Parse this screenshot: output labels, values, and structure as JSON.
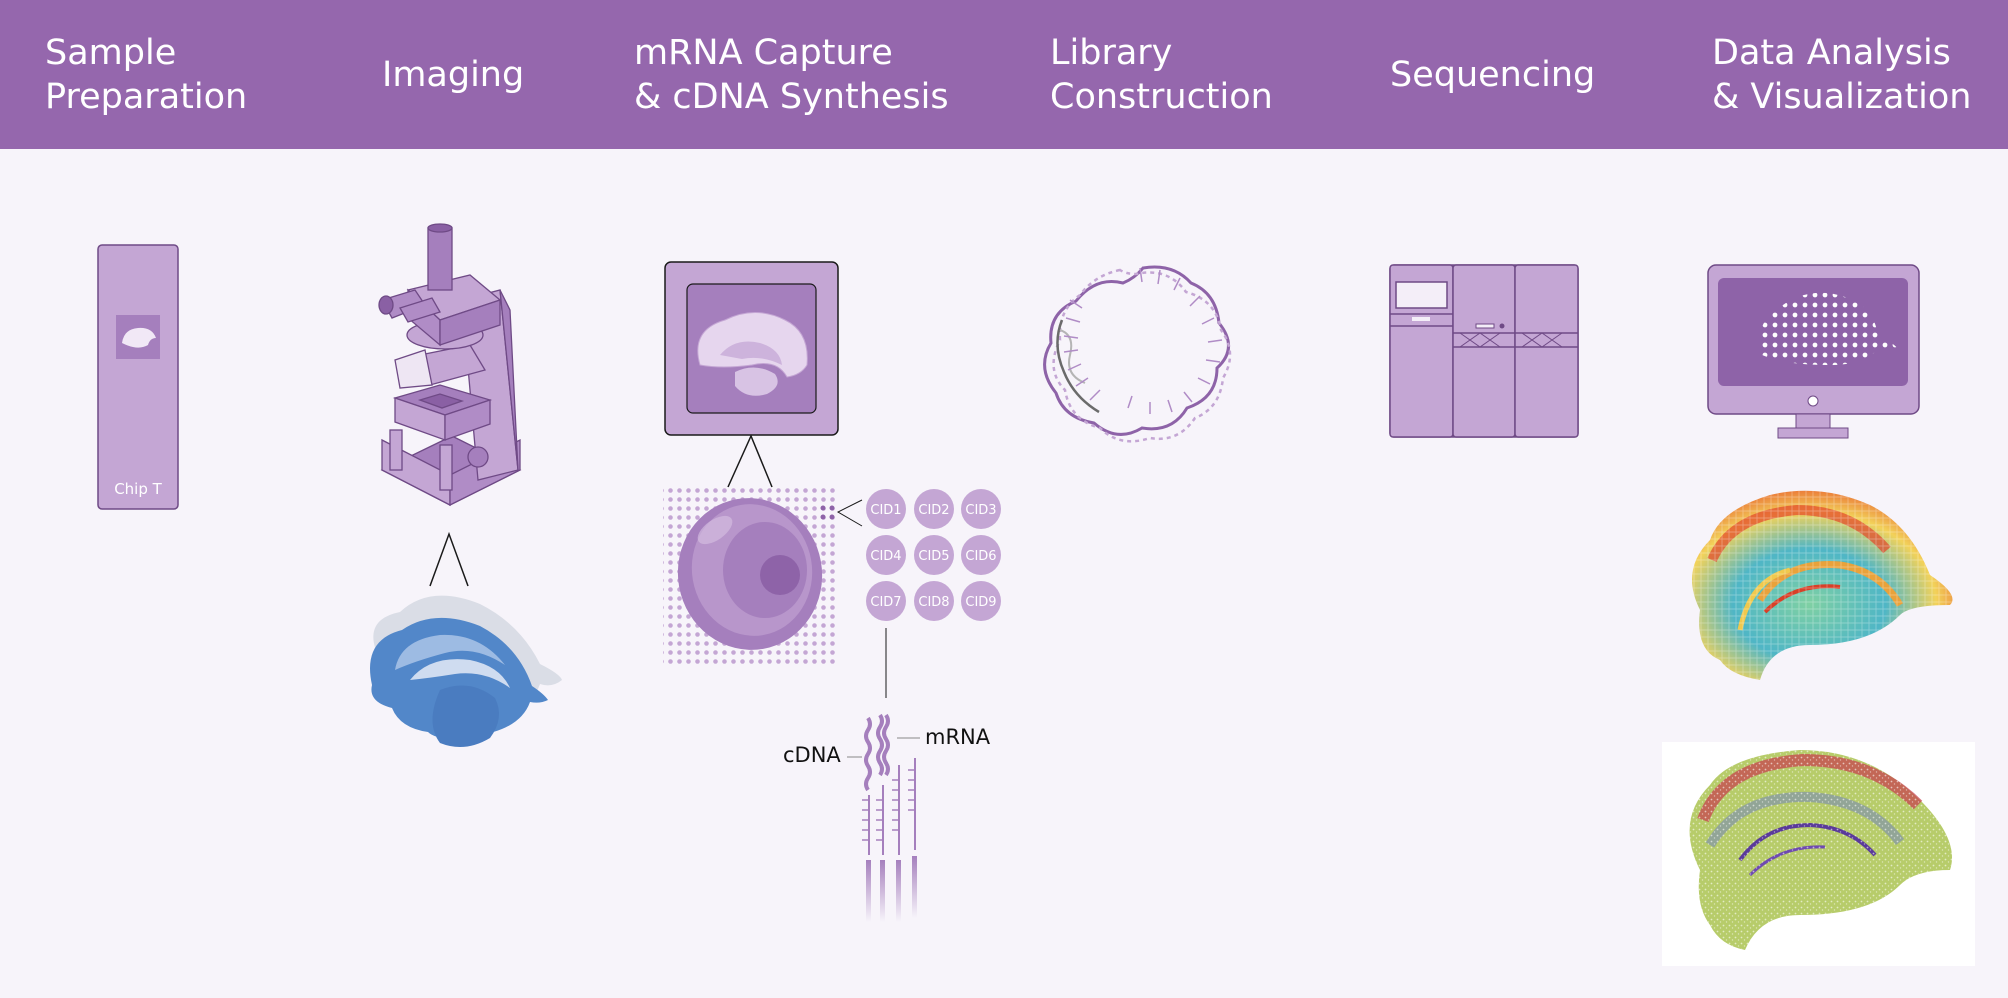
{
  "steps": [
    {
      "label": "Sample\nPreparation"
    },
    {
      "label": "Imaging"
    },
    {
      "label": "mRNA Capture\n& cDNA Synthesis"
    },
    {
      "label": "Library\nConstruction"
    },
    {
      "label": "Sequencing"
    },
    {
      "label": "Data Analysis\n& Visualization"
    }
  ],
  "chip": {
    "label": "Chip T"
  },
  "capture": {
    "cids": [
      "CID1",
      "CID2",
      "CID3",
      "CID4",
      "CID5",
      "CID6",
      "CID7",
      "CID8",
      "CID9"
    ],
    "cdna_label": "cDNA",
    "mrna_label": "mRNA"
  },
  "colors": {
    "header": "#9567ad",
    "background": "#f7f4fa",
    "purple_light": "#c4a6d4",
    "purple_mid": "#a57fbd",
    "purple_dark": "#6f4a86",
    "tissue_blue": "#5287c9"
  },
  "icons": [
    "chip-slide-icon",
    "microscope-icon",
    "tissue-section-icon",
    "capture-chip-icon",
    "cell-icon",
    "dna-circle-icon",
    "sequencer-icon",
    "monitor-icon",
    "spatial-heatmap",
    "cell-cluster-map"
  ]
}
